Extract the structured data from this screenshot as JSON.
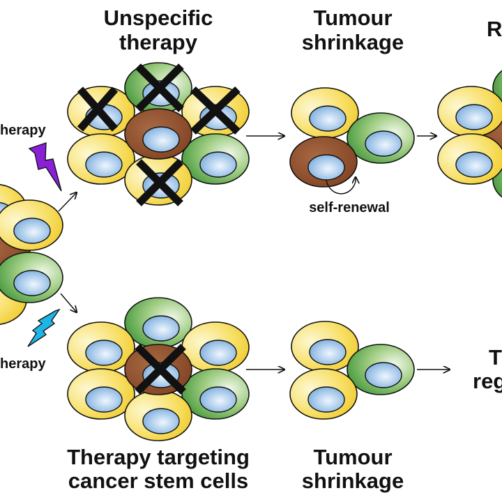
{
  "labels": {
    "top_therapy_line1": "Unspecific",
    "top_therapy_line2": "therapy",
    "top_shrink_line1": "Tumour",
    "top_shrink_line2": "shrinkage",
    "top_result_partial": "R",
    "left_top_therapy": "herapy",
    "left_bottom_therapy": "herapy",
    "self_renewal": "self-renewal",
    "bottom_therapy_line1": "Therapy targeting",
    "bottom_therapy_line2": "cancer stem cells",
    "bottom_shrink_line1": "Tumour",
    "bottom_shrink_line2": "shrinkage",
    "bottom_result_line1": "T",
    "bottom_result_line2": "reg"
  },
  "colors": {
    "yellow_cell": "#f6d92a",
    "green_cell": "#3f9b3a",
    "stem_cell": "#8a4a26",
    "nucleus": "#7fb0de",
    "lightning_top": "#8a1fd8",
    "lightning_bottom": "#20b4e6",
    "outline": "#111111"
  }
}
